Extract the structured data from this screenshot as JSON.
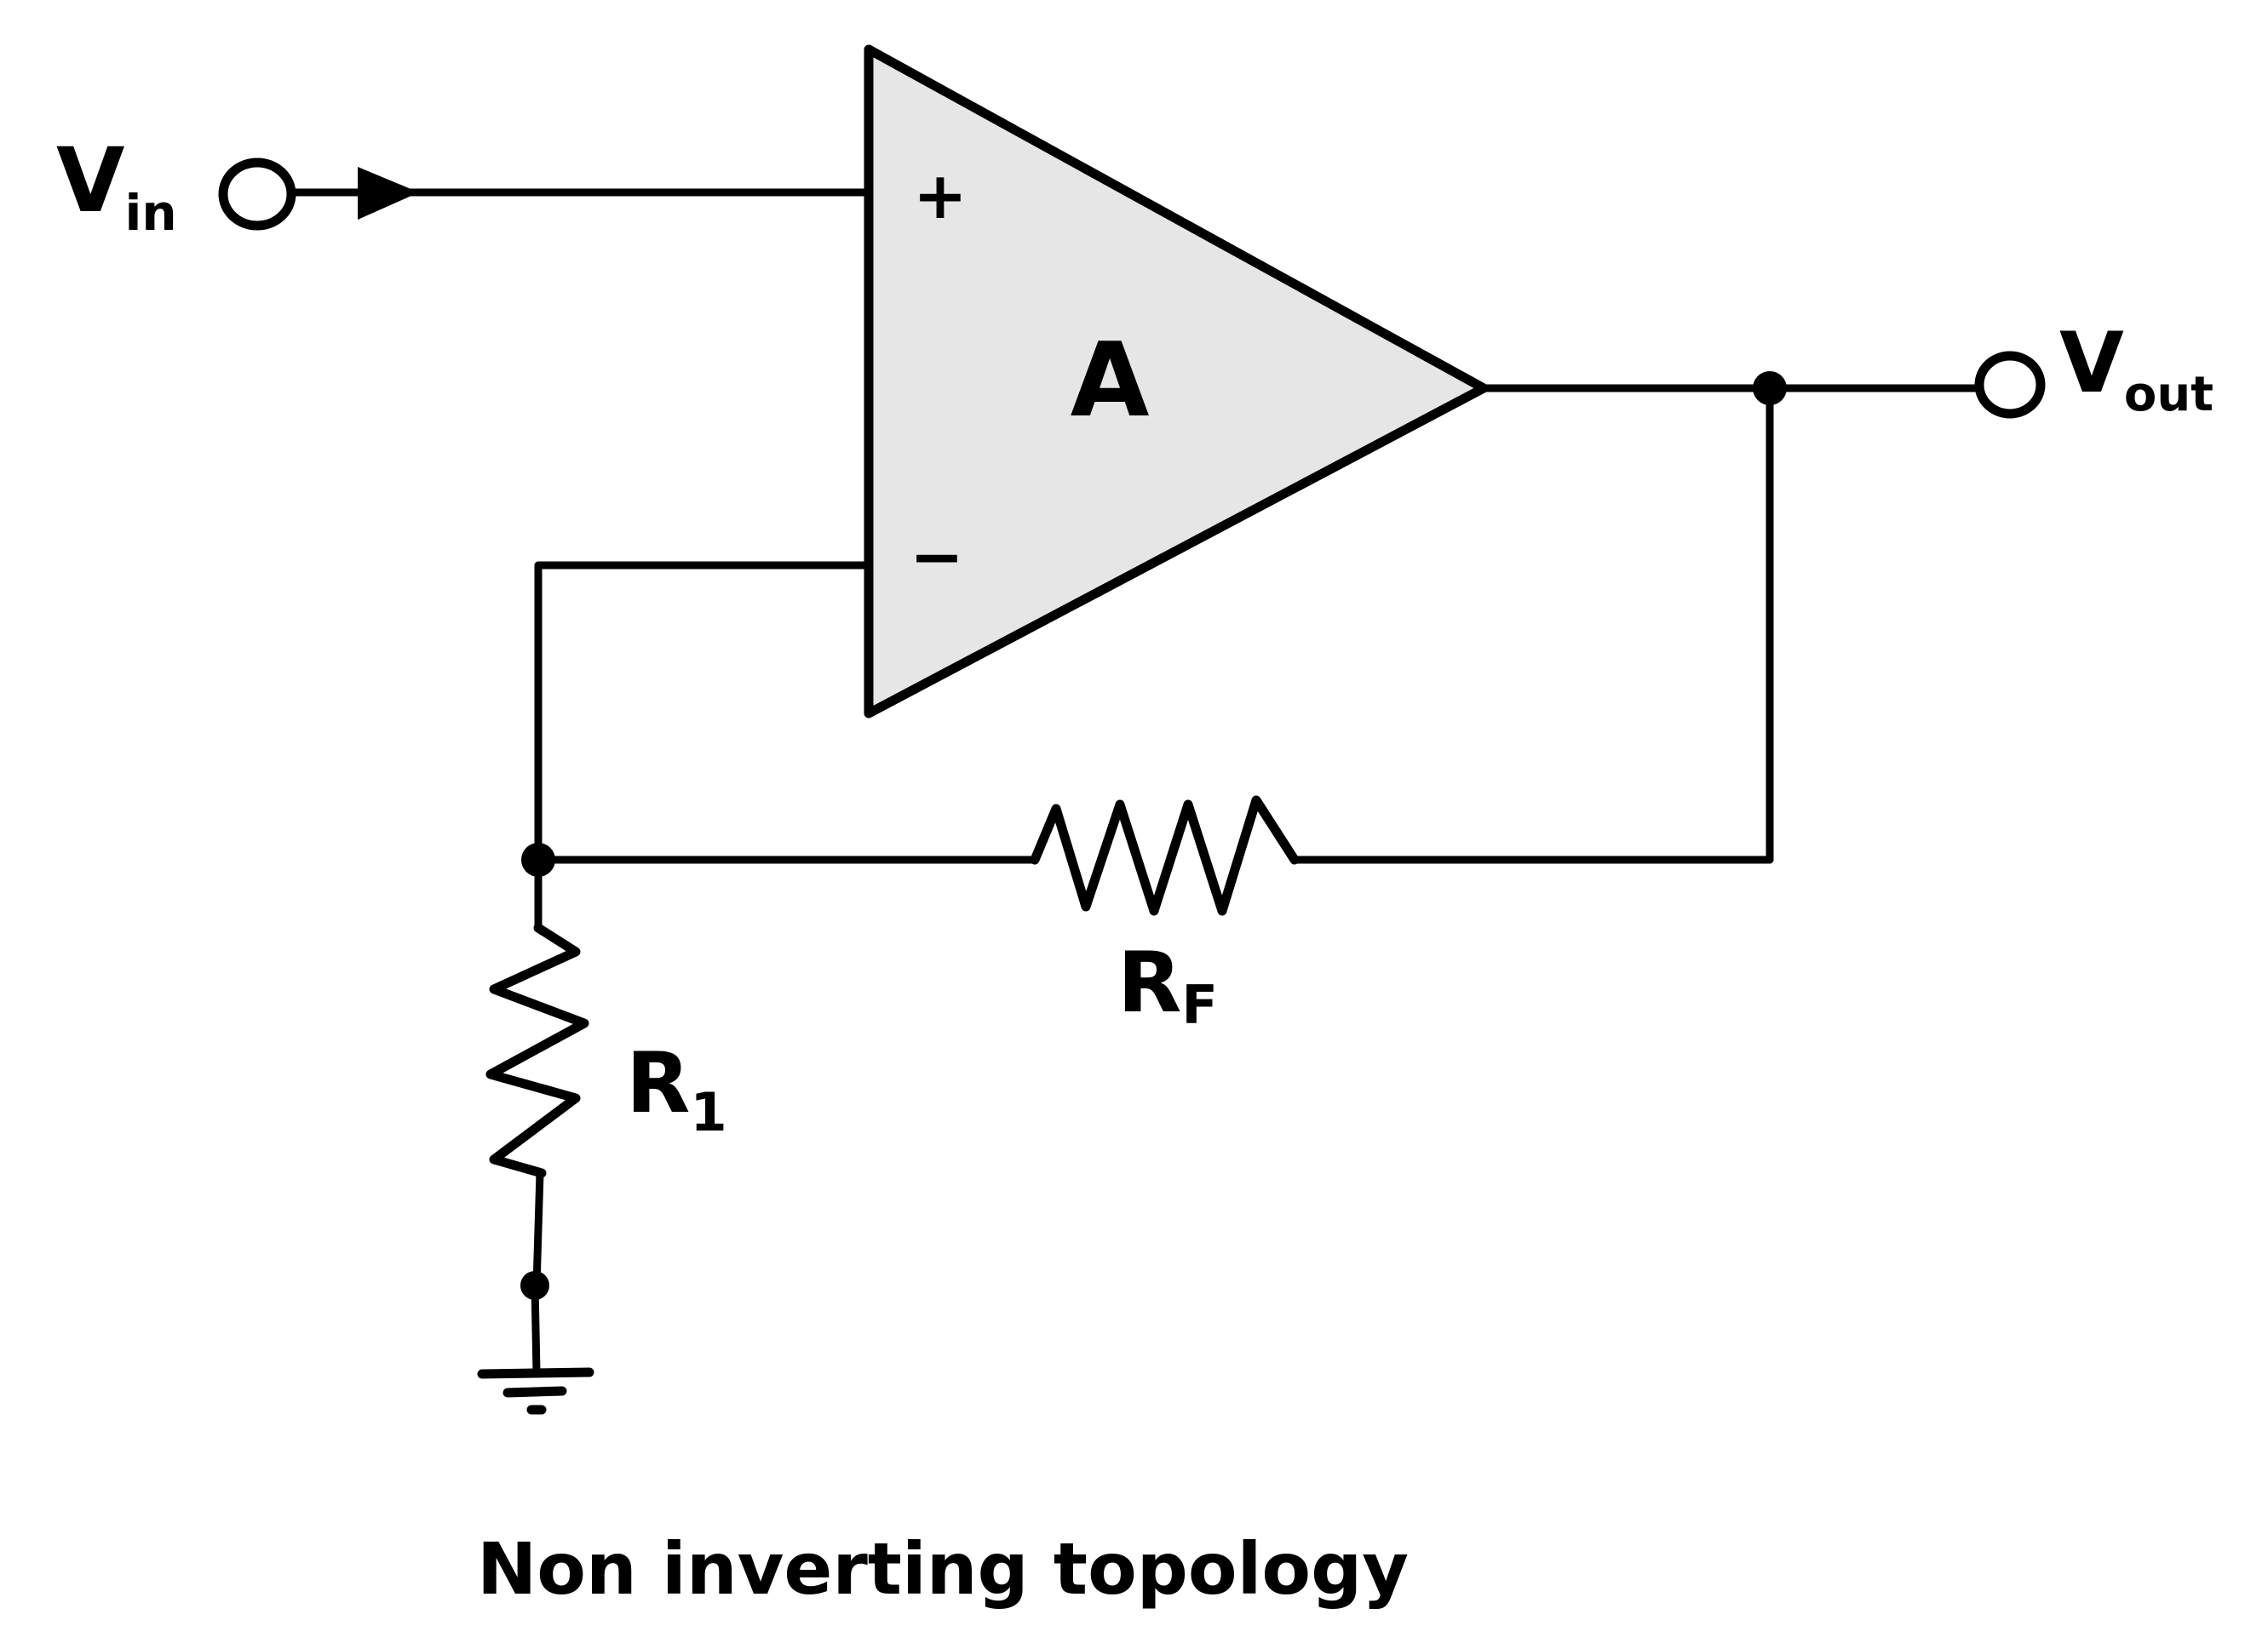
{
  "diagram": {
    "input_label": {
      "main": "V",
      "sub": "in"
    },
    "output_label": {
      "main": "V",
      "sub": "out"
    },
    "amplifier": {
      "gain_label": "A",
      "noninverting_sign": "+",
      "inverting_sign": "−",
      "fill": "#e6e6e6"
    },
    "resistor_feedback": {
      "main": "R",
      "sub": "F"
    },
    "resistor_ground": {
      "main": "R",
      "sub": "1"
    },
    "caption": "Non inverting topology"
  }
}
